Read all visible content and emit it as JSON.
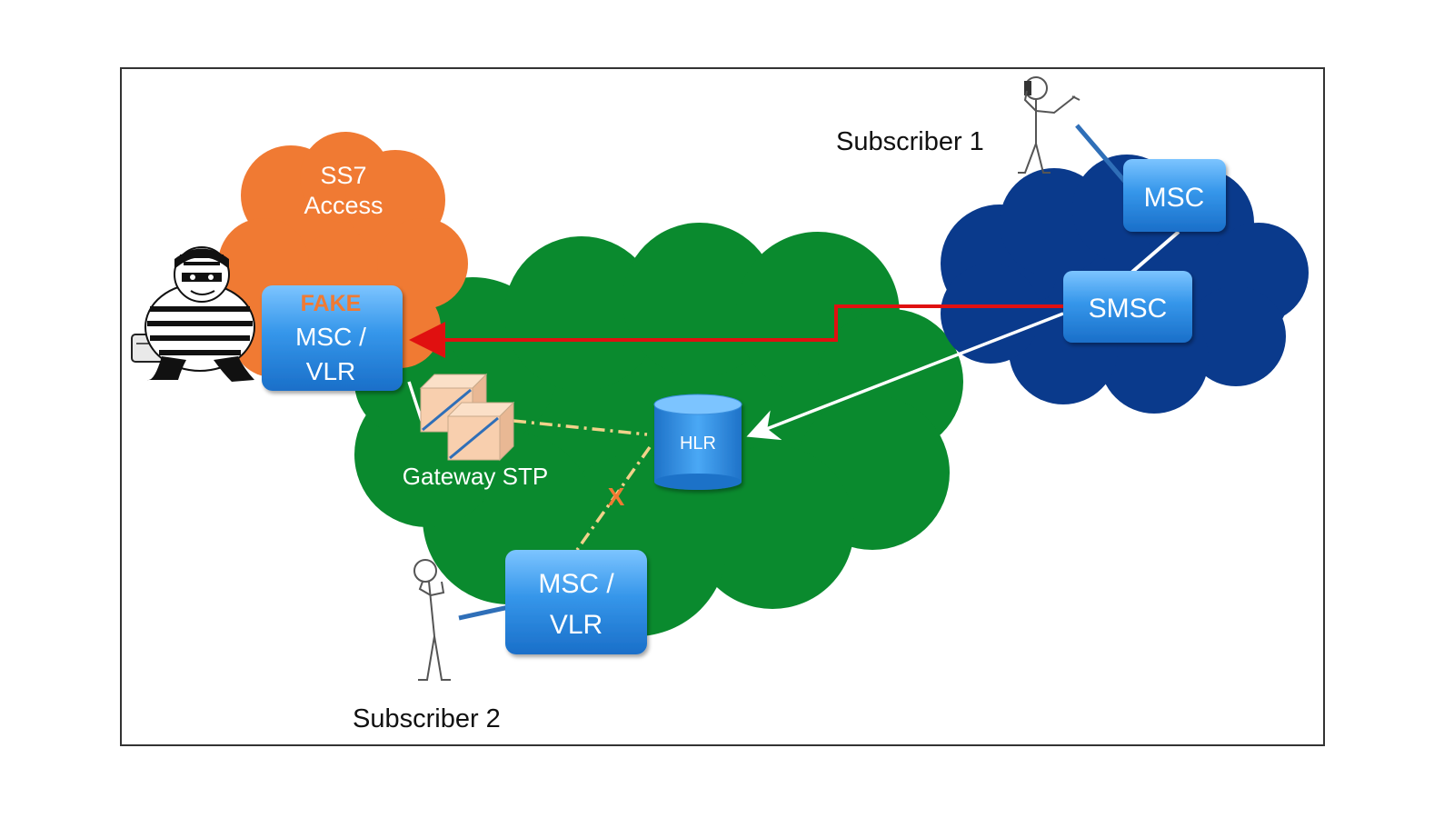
{
  "clouds": {
    "ss7_access": {
      "line1": "SS7",
      "line2": "Access"
    },
    "gateway_stp": {
      "label": "Gateway STP"
    }
  },
  "nodes": {
    "fake_msc_vlr": {
      "tag": "FAKE",
      "line1": "MSC /",
      "line2": "VLR"
    },
    "hlr": {
      "label": "HLR"
    },
    "msc_top": {
      "label": "MSC"
    },
    "smsc": {
      "label": "SMSC"
    },
    "msc_vlr_bottom": {
      "line1": "MSC /",
      "line2": "VLR"
    }
  },
  "subscribers": {
    "subscriber_1": "Subscriber 1",
    "subscriber_2": "Subscriber 2"
  },
  "blocked_marker": "X",
  "colors": {
    "ss7_cloud": "#f07a33",
    "home_network_cloud": "#0a8a2e",
    "remote_network_cloud": "#0a3a8c",
    "node_box": "#2f8fe0",
    "attack_arrow": "#e01010",
    "fake_tag": "#f07a33",
    "blocked_link": "#f2d28a"
  },
  "icons": {
    "attacker": "burglar-icon",
    "subscriber_1": "stick-figure-phone-icon",
    "subscriber_2": "stick-figure-thinking-icon",
    "stp": "stp-cubes-icon",
    "hlr": "database-cylinder-icon"
  }
}
